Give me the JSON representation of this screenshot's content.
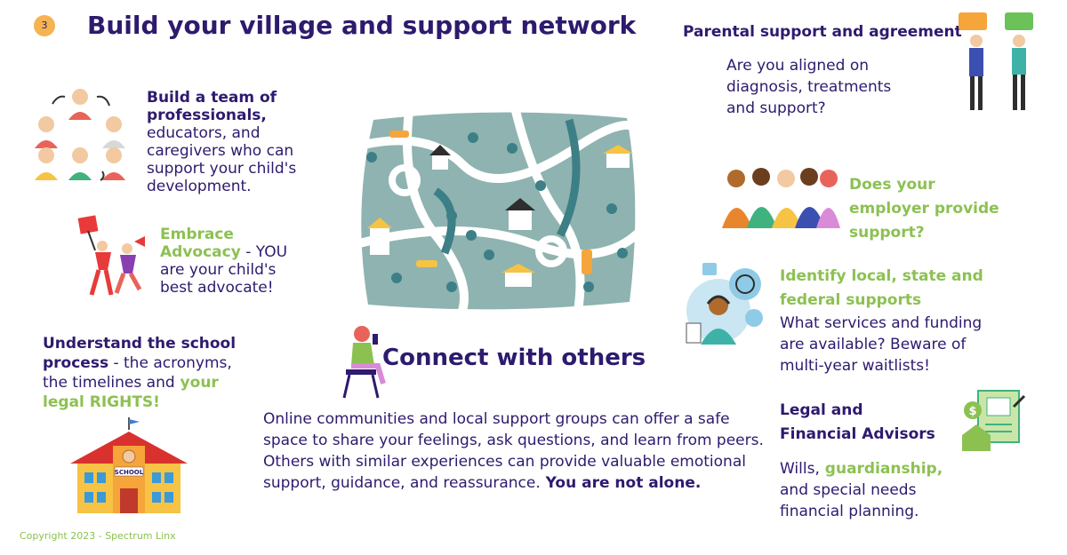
{
  "header": {
    "step_number": "3",
    "title": "Build your village and support network"
  },
  "team": {
    "heading": "Build a team of professionals,",
    "body": "educators, and caregivers who can support your child's development."
  },
  "advocacy": {
    "heading": "Embrace Advocacy",
    "body": " - YOU are your child's best advocate!"
  },
  "school": {
    "heading_part1": "Understand the school process",
    "body": " - the acronyms, the timelines and",
    "highlight": " your legal RIGHTS!",
    "sign_text": "SCHOOL"
  },
  "connect": {
    "heading": "Connect with others",
    "body": "Online communities and local support groups can offer a safe space to share your feelings, ask questions, and learn from peers. Others with similar experiences can provide valuable emotional support, guidance, and reassurance.",
    "emphasis": " You are not alone."
  },
  "parental": {
    "heading": "Parental support and agreement",
    "body": "Are you aligned on diagnosis, treatments and support?"
  },
  "employer": {
    "heading": "Does your employer provide support?"
  },
  "supports": {
    "heading": "Identify local, state and federal supports",
    "body": "What services and funding are available? Beware of multi-year waitlists!"
  },
  "legal": {
    "heading": "Legal and Financial Advisors",
    "body_part1": "Wills,",
    "highlight": " guardianship,",
    "body_part2": " and special needs financial planning."
  },
  "footer": {
    "copyright": "Copyright 2023 - Spectrum Linx"
  },
  "colors": {
    "title_purple": "#2e1a6e",
    "accent_green": "#8cc152",
    "badge_orange": "#f6b352",
    "map_bg": "#8fb3b0"
  }
}
